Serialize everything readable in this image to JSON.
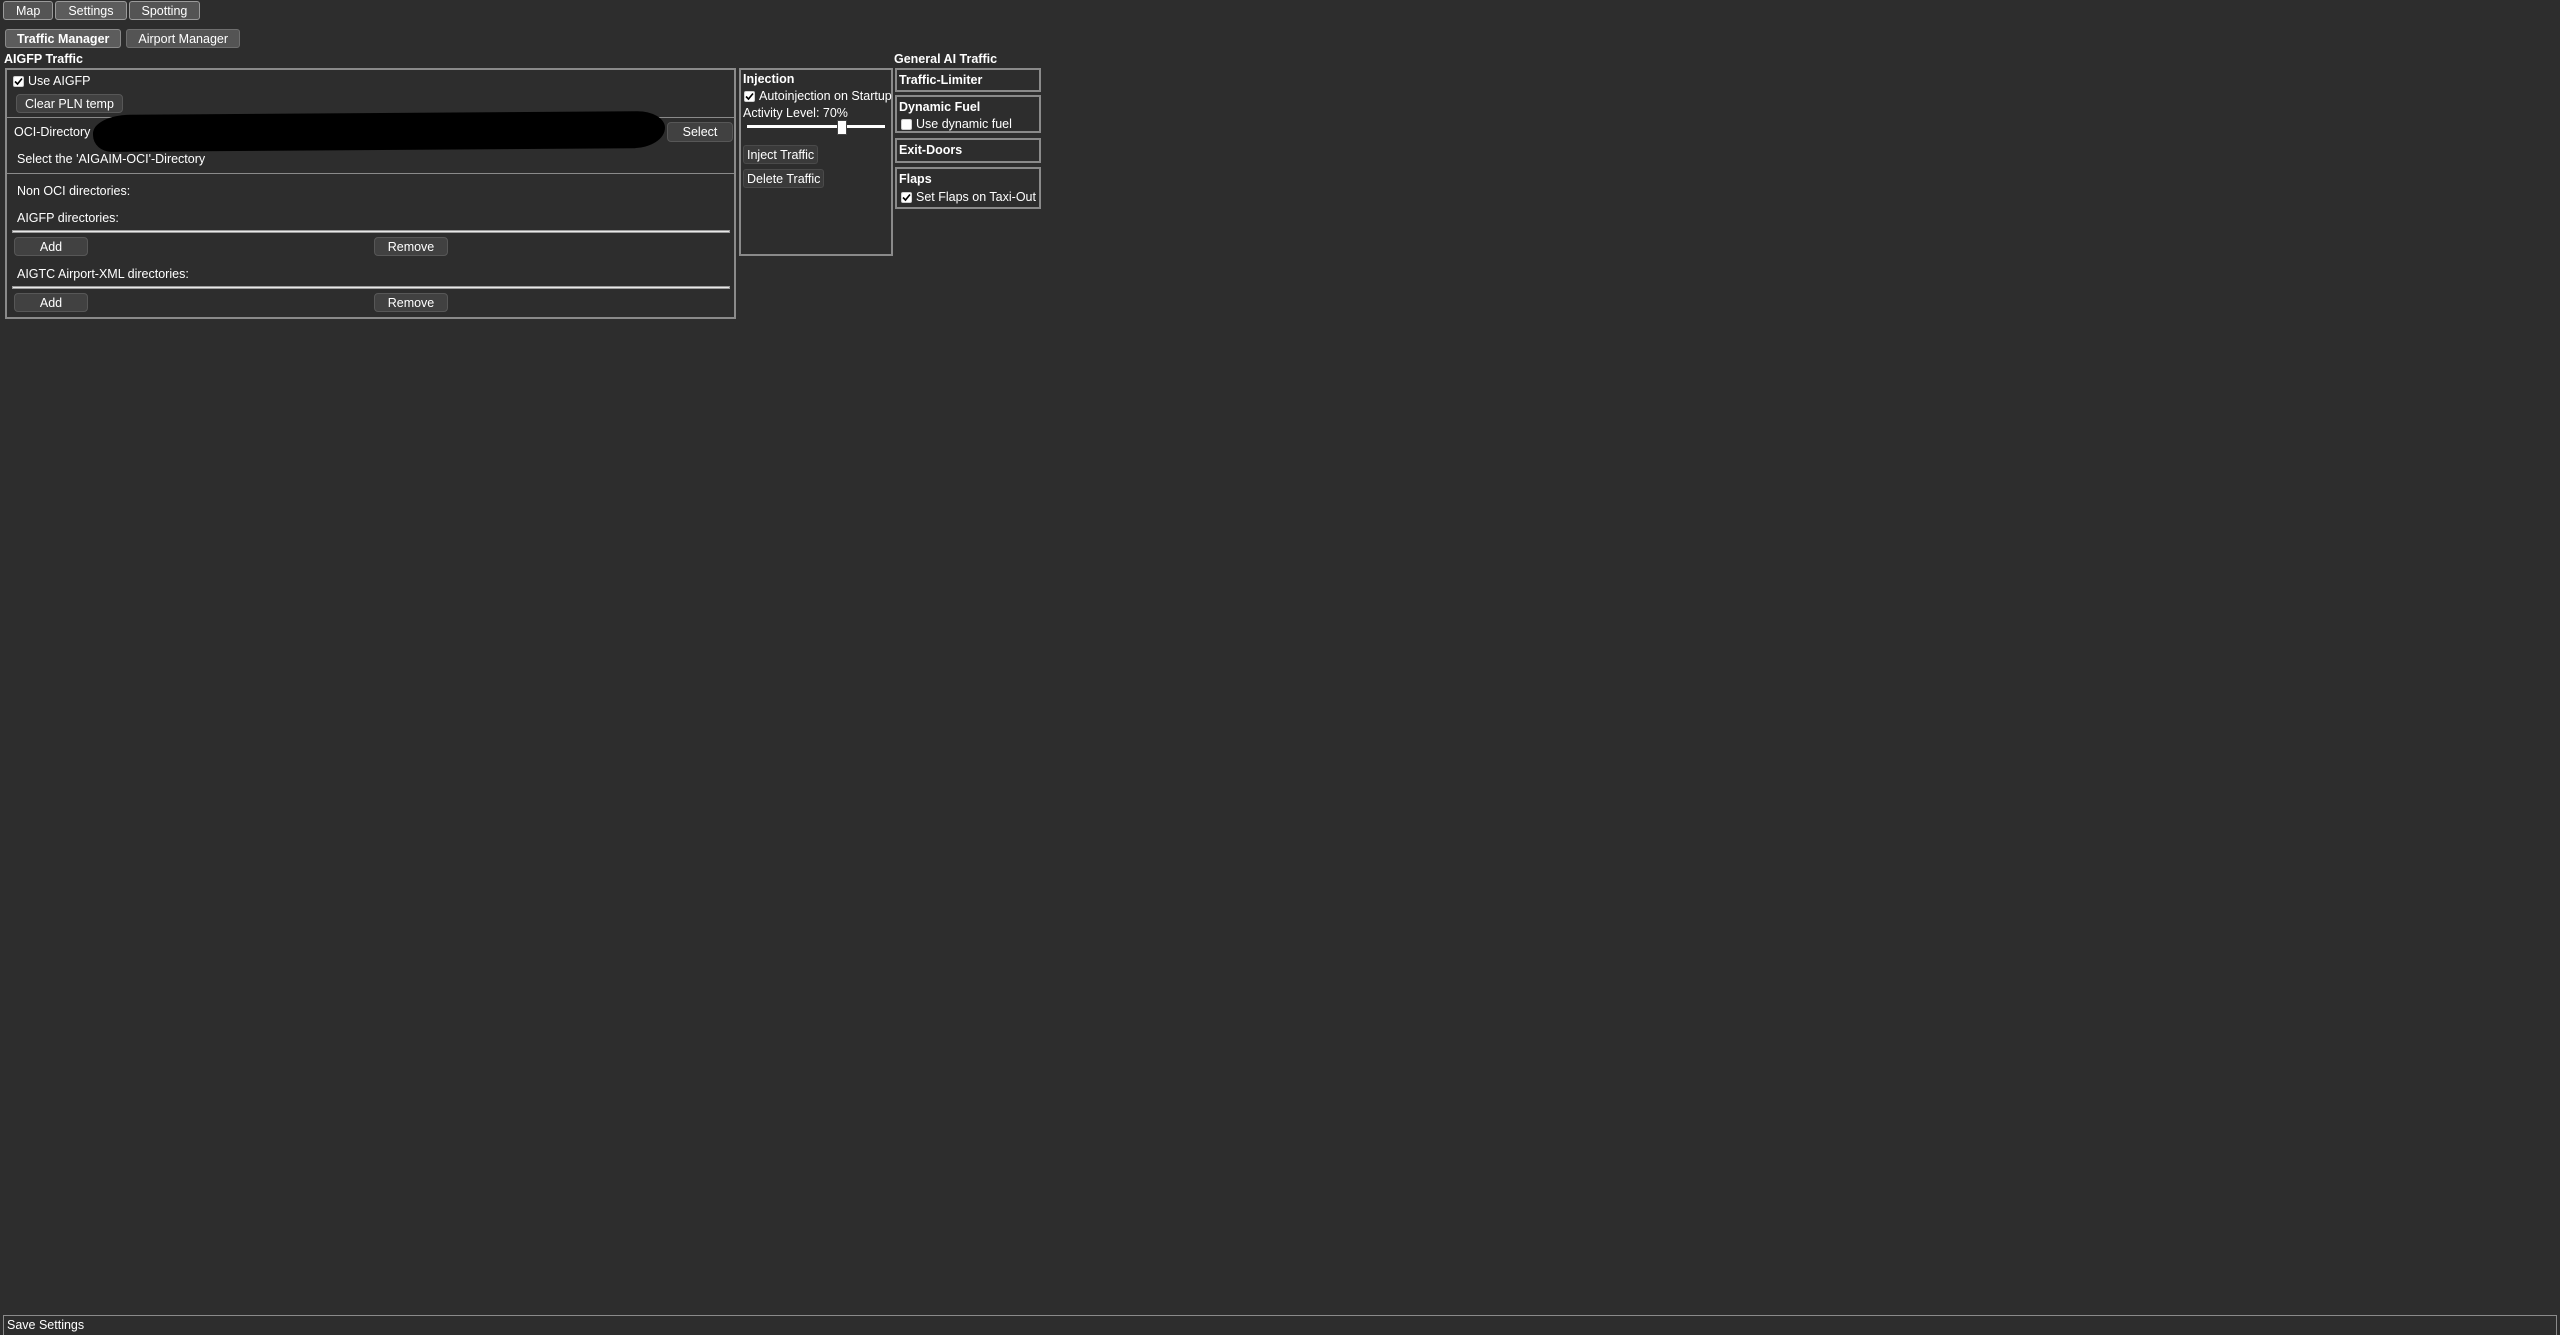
{
  "top_nav": {
    "tabs": [
      "Map",
      "Settings",
      "Spotting"
    ]
  },
  "sub_nav": {
    "tabs": [
      "Traffic Manager",
      "Airport Manager"
    ]
  },
  "aigfp": {
    "title": "AIGFP Traffic",
    "use_aigfp_label": "Use AIGFP",
    "use_aigfp_checked": true,
    "clear_pln_label": "Clear PLN temp",
    "oci_label": "OCI-Directory",
    "select_label": "Select",
    "oci_hint": "Select the 'AIGAIM-OCI'-Directory",
    "non_oci_label": "Non OCI directories:",
    "aigfp_dirs_label": "AIGFP directories:",
    "add_label": "Add",
    "remove_label": "Remove",
    "aigtc_label": "AIGTC Airport-XML directories:",
    "add2_label": "Add",
    "remove2_label": "Remove"
  },
  "injection": {
    "title": "Injection",
    "autoinjection_label": "Autoinjection on Startup",
    "autoinjection_checked": true,
    "activity_label": "Activity Level: 70%",
    "activity_value": 0.7,
    "inject_label": "Inject Traffic",
    "delete_label": "Delete Traffic"
  },
  "general": {
    "title": "General AI Traffic",
    "traffic_limiter": "Traffic-Limiter",
    "dynamic_fuel": "Dynamic Fuel",
    "use_dynamic_fuel": "Use dynamic fuel",
    "use_dynamic_fuel_checked": false,
    "exit_doors": "Exit-Doors",
    "flaps": "Flaps",
    "set_flaps_label": "Set Flaps on Taxi-Out",
    "set_flaps_checked": true
  },
  "footer": {
    "save_label": "Save Settings"
  },
  "colors": {
    "background": "#2d2d2d",
    "border": "#8a8a8a",
    "button": "#545454"
  }
}
